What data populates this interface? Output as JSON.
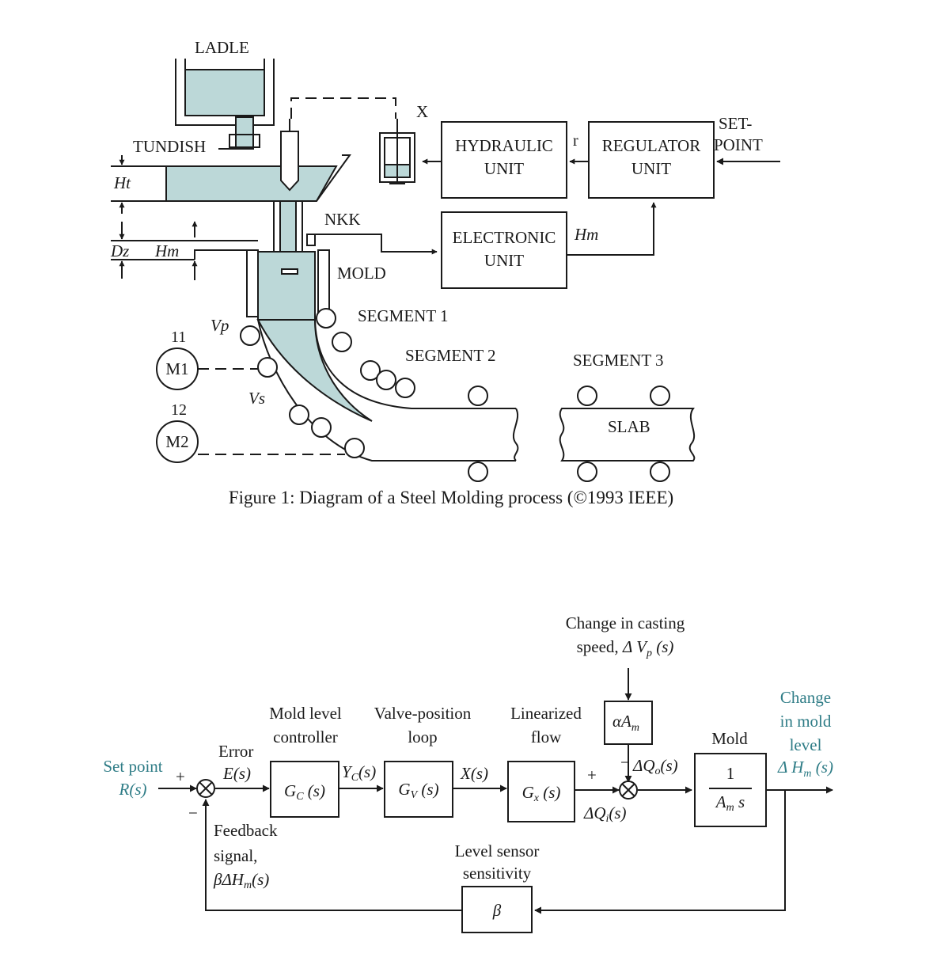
{
  "figure1": {
    "labels": {
      "ladle": "LADLE",
      "tundish": "TUNDISH",
      "ht": "Ht",
      "dz": "Dz",
      "hm_left": "Hm",
      "nkk": "NKK",
      "mold": "MOLD",
      "x": "X",
      "hydraulic_unit_line1": "HYDRAULIC",
      "hydraulic_unit_line2": "UNIT",
      "r": "r",
      "regulator_unit_line1": "REGULATOR",
      "regulator_unit_line2": "UNIT",
      "set_point_line1": "SET-",
      "set_point_line2": "POINT",
      "electronic_unit_line1": "ELECTRONIC",
      "electronic_unit_line2": "UNIT",
      "hm_right": "Hm",
      "segment1": "SEGMENT 1",
      "segment2": "SEGMENT 2",
      "segment3": "SEGMENT 3",
      "slab": "SLAB",
      "vp": "Vp",
      "vs": "Vs",
      "m1_number": "11",
      "m1": "M1",
      "m2_number": "12",
      "m2": "M2"
    },
    "caption": "Figure 1: Diagram of a Steel Molding process (©1993 IEEE)"
  },
  "figure2": {
    "disturbance_line1": "Change in casting",
    "disturbance_line2": "speed, ",
    "disturbance_symbol": "Δ V",
    "disturbance_sub": "p",
    "disturbance_arg": " (s)",
    "alpha_am": "αA",
    "alpha_am_sub": "m",
    "controller_label_line1": "Mold level",
    "controller_label_line2": "controller",
    "valve_label_line1": "Valve-position",
    "valve_label_line2": "loop",
    "flow_label_line1": "Linearized",
    "flow_label_line2": "flow",
    "mold_label": "Mold",
    "output_line1": "Change",
    "output_line2": "in mold",
    "output_line3": "level",
    "output_symbol": "Δ H",
    "output_sub": "m",
    "output_arg": " (s)",
    "set_point_line1": "Set point",
    "set_point_line2": "R(s)",
    "error_line1": "Error",
    "error_line2": "E(s)",
    "plus_sign": "+",
    "minus_sign": "−",
    "gc": "G",
    "gc_sub": "C",
    "gc_arg": " (s)",
    "yc": "Y",
    "yc_sub": "C",
    "yc_arg": "(s)",
    "gv": "G",
    "gv_sub": "V",
    "gv_arg": " (s)",
    "xs": "X(s)",
    "gx": "G",
    "gx_sub": "x",
    "gx_arg": " (s)",
    "delta_qo": "ΔQ",
    "delta_qo_sub": "o",
    "delta_qo_arg": "(s)",
    "delta_qi": "ΔQ",
    "delta_qi_sub": "i",
    "delta_qi_arg": "(s)",
    "mold_tf_numerator": "1",
    "mold_tf_denominator_a": "A",
    "mold_tf_denominator_sub": "m",
    "mold_tf_denominator_s": " s",
    "feedback_line1": "Feedback",
    "feedback_line2": "signal,",
    "feedback_symbol": "βΔH",
    "feedback_sub": "m",
    "feedback_arg": "(s)",
    "sensor_label_line1": "Level sensor",
    "sensor_label_line2": "sensitivity",
    "beta": "β"
  },
  "colors": {
    "steel_fill": "#bcd8d8",
    "teal_text": "#2e7c86",
    "line": "#1a1a1a"
  }
}
